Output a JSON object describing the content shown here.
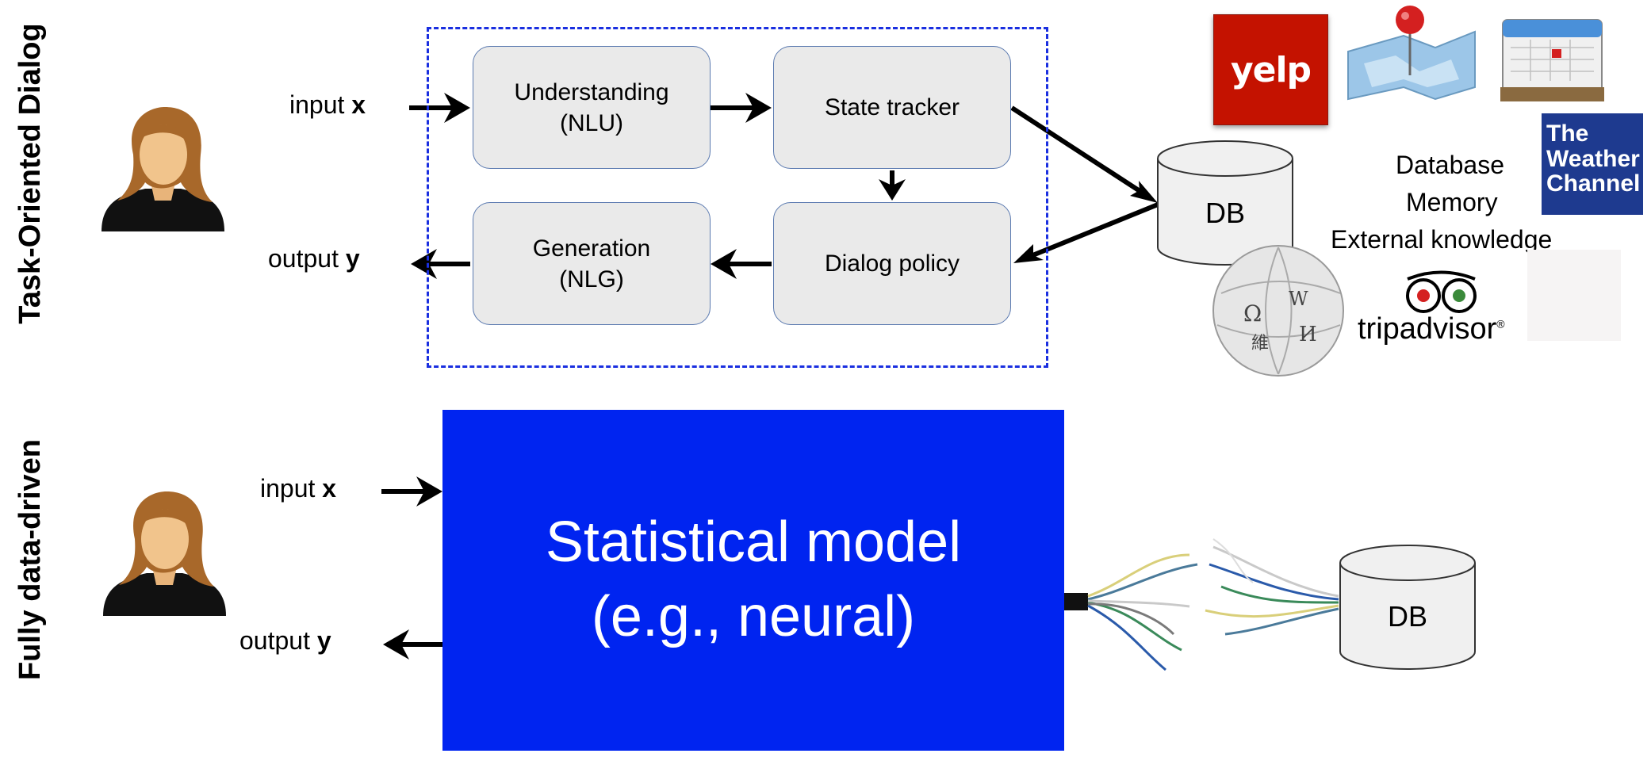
{
  "rows": {
    "top_label": "Task-Oriented Dialog",
    "bottom_label": "Fully data-driven"
  },
  "top": {
    "input_prefix": "input ",
    "input_var": "x",
    "output_prefix": "output ",
    "output_var": "y",
    "modules": {
      "nlu_line1": "Understanding",
      "nlu_line2": "(NLU)",
      "state_tracker": "State tracker",
      "nlg_line1": "Generation",
      "nlg_line2": "(NLG)",
      "dialog_policy": "Dialog policy"
    },
    "db_label": "DB",
    "knowledge_lines": [
      "Database",
      "Memory",
      "External knowledge"
    ],
    "logos": {
      "yelp": "yelp",
      "weather_lines": [
        "The",
        "Weather",
        "Channel"
      ],
      "tripadvisor": "tripadvisor",
      "tripadvisor_mark": "®"
    }
  },
  "bottom": {
    "input_prefix": "input ",
    "input_var": "x",
    "output_prefix": "output ",
    "output_var": "y",
    "model_line1": "Statistical model",
    "model_line2": "(e.g., neural)",
    "db_label": "DB"
  },
  "colors": {
    "pipeline_border": "#1a2fe0",
    "model_fill": "#0024f0",
    "module_fill": "#eaeaea",
    "module_border": "#5b7ab0"
  }
}
